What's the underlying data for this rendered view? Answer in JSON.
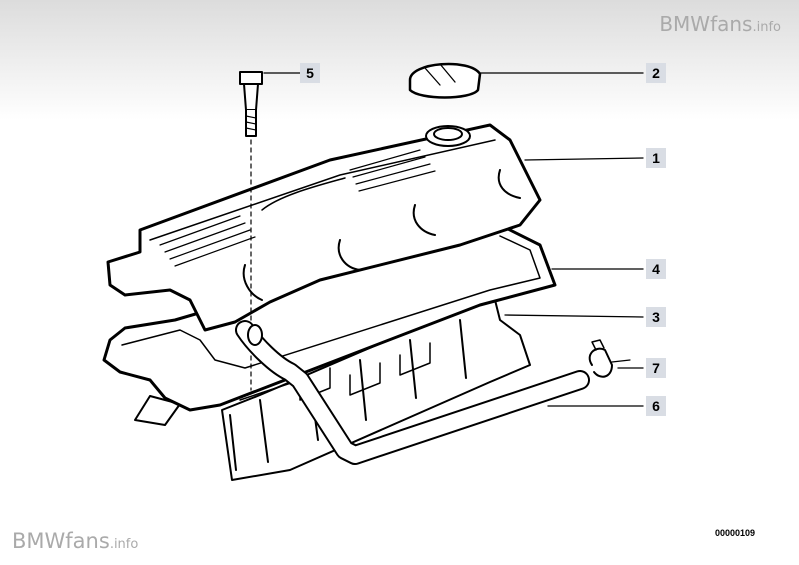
{
  "watermark": {
    "brand": "BMWfans",
    "suffix": ".info"
  },
  "drawing_number": "00000109",
  "callouts": [
    {
      "number": "1",
      "part": "cylinder head cover"
    },
    {
      "number": "2",
      "part": "filler cap"
    },
    {
      "number": "3",
      "part": "oil deflector plate"
    },
    {
      "number": "4",
      "part": "gasket"
    },
    {
      "number": "5",
      "part": "bolt"
    },
    {
      "number": "6",
      "part": "hose"
    },
    {
      "number": "7",
      "part": "hose clamp"
    }
  ],
  "colors": {
    "line": "#000000",
    "label_bg": "#d9dde4",
    "watermark": "#aaaaaa"
  }
}
